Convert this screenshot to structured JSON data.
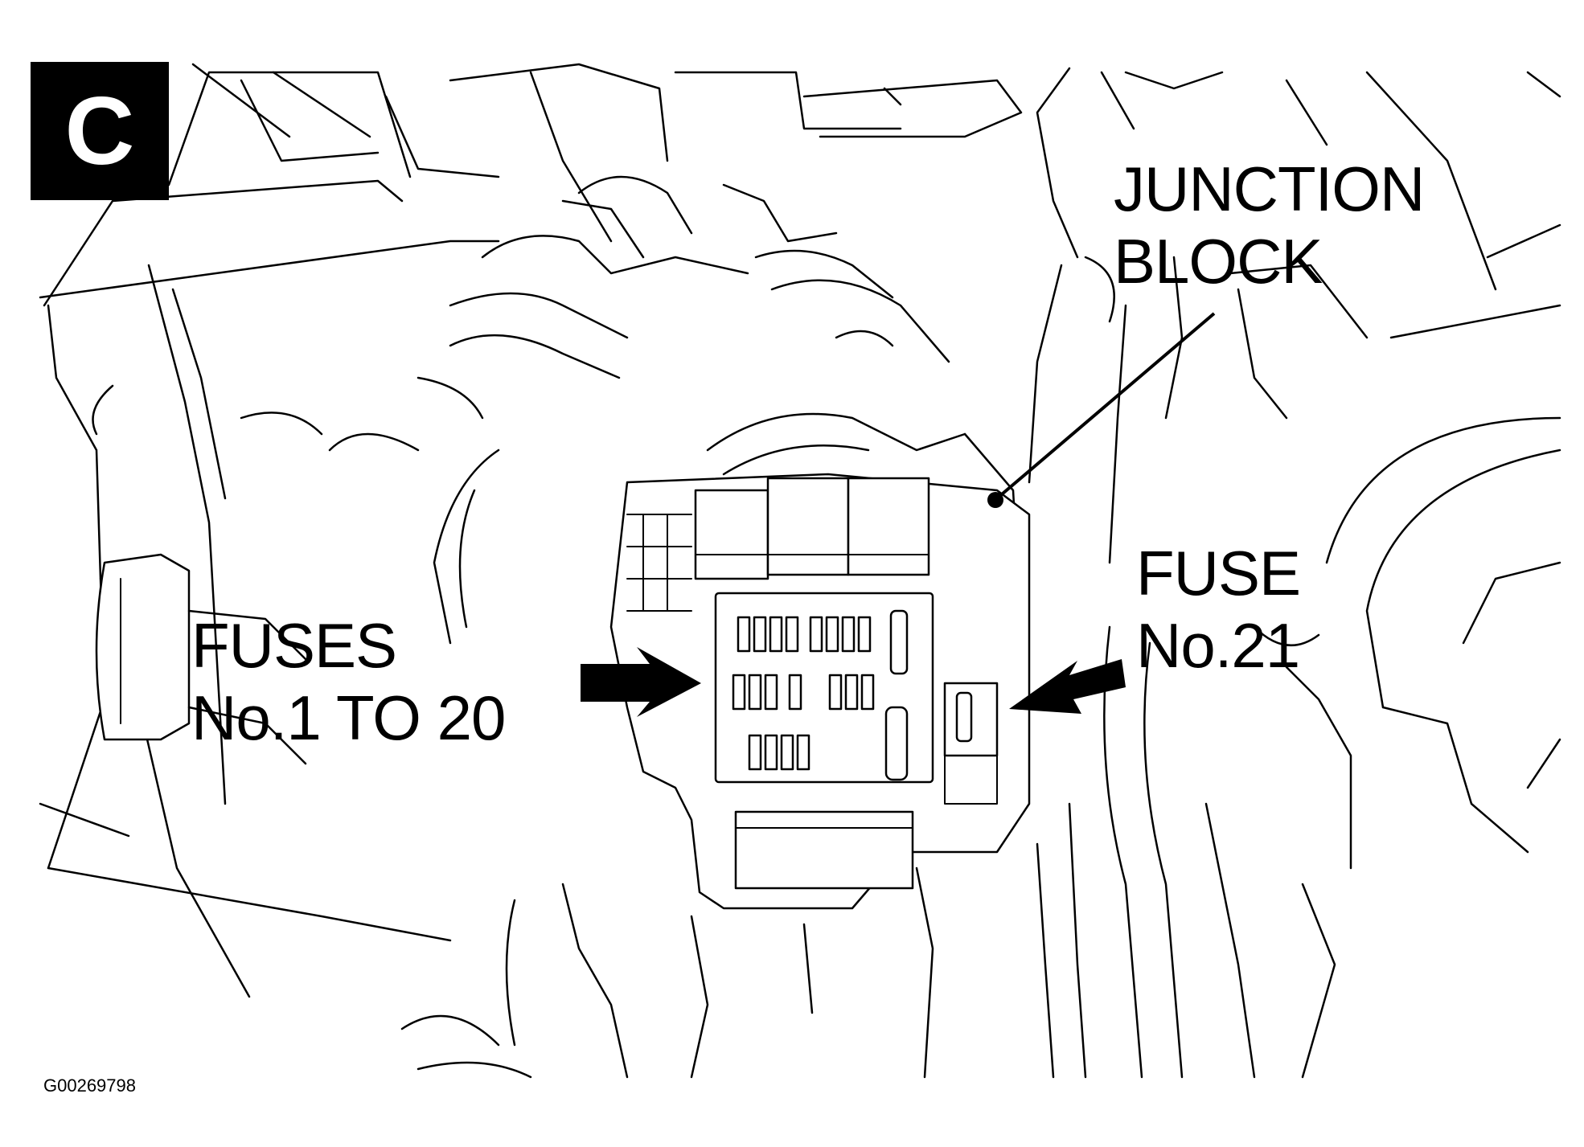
{
  "view_badge": "C",
  "labels": {
    "junction_block": [
      "JUNCTION",
      "BLOCK"
    ],
    "fuses": [
      "FUSES",
      "No.1 TO 20"
    ],
    "fuse21": [
      "FUSE",
      "No.21"
    ]
  },
  "figure_id": "G00269798",
  "icons": [
    "arrow-right-icon",
    "arrow-left-icon",
    "leader-dot-icon"
  ]
}
